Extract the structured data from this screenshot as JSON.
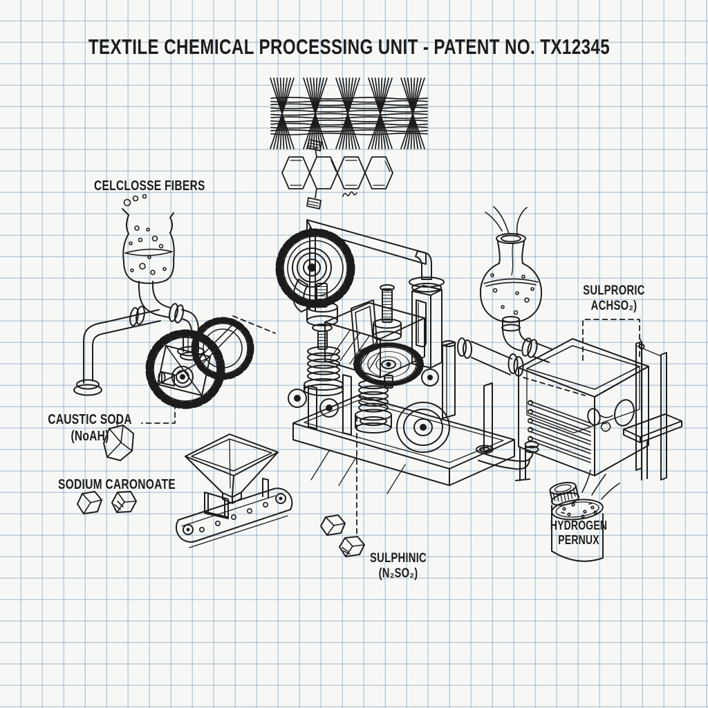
{
  "title": "TEXTILE CHEMICAL PROCESSING UNIT - PATENT NO. TX12345",
  "labels": {
    "cellulose_fibers": "CELCLOSSE FIBERS",
    "caustic_soda": {
      "line1": "CAUSTIC SODA",
      "line2": "(NoAH)"
    },
    "sodium_carbonate": "SODIUM CARONOATE",
    "sulphuric_acid": {
      "line1": "SULPRORIC",
      "line2": "ACHSO₂)"
    },
    "sulphinic": {
      "line1": "SULPHINIC",
      "line2": "(N₂SO₂)"
    },
    "hydrogen_peroxide": {
      "line1": "HYDROGEN",
      "line2": "PERNUX"
    }
  },
  "colors": {
    "paper": "#f7f8f5",
    "grid_line": "#7da0c6",
    "ink": "#1c1c1c"
  }
}
